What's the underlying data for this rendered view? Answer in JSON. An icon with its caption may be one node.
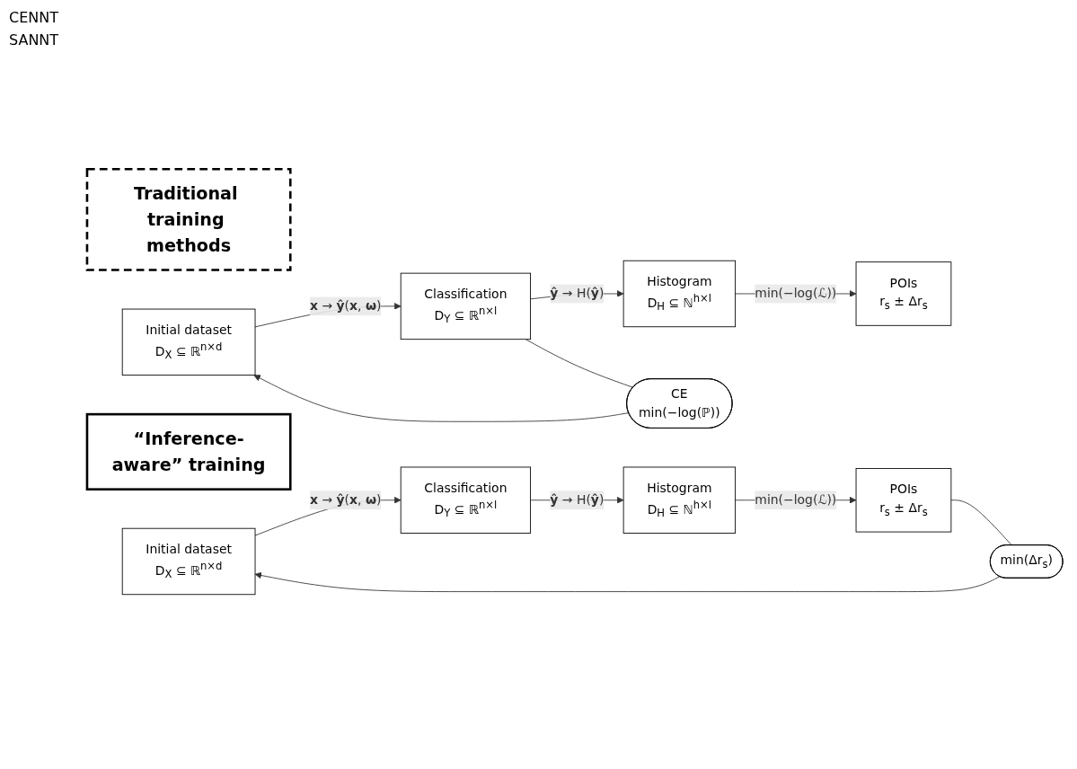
{
  "diagram": {
    "nodes": [
      {
        "text": [
          "Traditional training methods"
        ]
      },
      {
        "text": [
          "Initial dataset",
          "D$_{X}$ ⊆ ℝ$^{n×d}$"
        ]
      },
      {
        "text": [
          "Classification",
          "D$_{Y}$ ⊆ ℝ$^{n×l}$"
        ]
      },
      {
        "text": [
          "Histogram",
          "D$_{H}$ ⊆ ℕ$^{h×l}$"
        ]
      },
      {
        "text": [
          "POIs",
          "r$_{s}$ ± Δr$_{s}$"
        ]
      },
      {
        "text": [
          "CE",
          "min(−log(ℙ))"
        ]
      },
      {
        "text": [
          "“Inference-aware” training"
        ]
      },
      {
        "text": [
          "Initial dataset",
          "D$_{X}$ ⊆ ℝ$^{n×d}$"
        ]
      },
      {
        "text": [
          "Classification",
          "D$_{Y}$ ⊆ ℝ$^{n×l}$"
        ]
      },
      {
        "text": [
          "Histogram",
          "D$_{H}$ ⊆ ℕ$^{h×l}$"
        ]
      },
      {
        "text": [
          "POIs",
          "r$_{s}$ ± Δr$_{s}$"
        ]
      },
      {
        "text": [
          "min(Δr$_{s}$)"
        ]
      }
    ],
    "edges": [
      {
        "from": 1,
        "to": 2,
        "arrow": "to",
        "label": "**x** → **ŷ**(**x**, **ω**)"
      },
      {
        "from": 2,
        "to": 3,
        "arrow": "to",
        "label": "**ŷ** → H(**ŷ**)"
      },
      {
        "from": 3,
        "to": 4,
        "arrow": "to",
        "label": "min(−log(ℒ))"
      },
      {
        "from": 2,
        "to": 5,
        "arrow": "none"
      },
      {
        "from": 5,
        "to": 1,
        "arrow": "to"
      },
      {
        "from": 7,
        "to": 8,
        "arrow": "to",
        "label": "**x** → **ŷ**(**x**, **ω**)"
      },
      {
        "from": 8,
        "to": 9,
        "arrow": "to",
        "label": "**ŷ** → H(**ŷ**)"
      },
      {
        "from": 9,
        "to": 10,
        "arrow": "to",
        "label": "min(−log(ℒ))"
      },
      {
        "from": 10,
        "to": 11,
        "arrow": "none"
      },
      {
        "from": 11,
        "to": 7,
        "arrow": "to"
      }
    ],
    "labels": [
      "CENNT",
      "SANNT"
    ]
  }
}
